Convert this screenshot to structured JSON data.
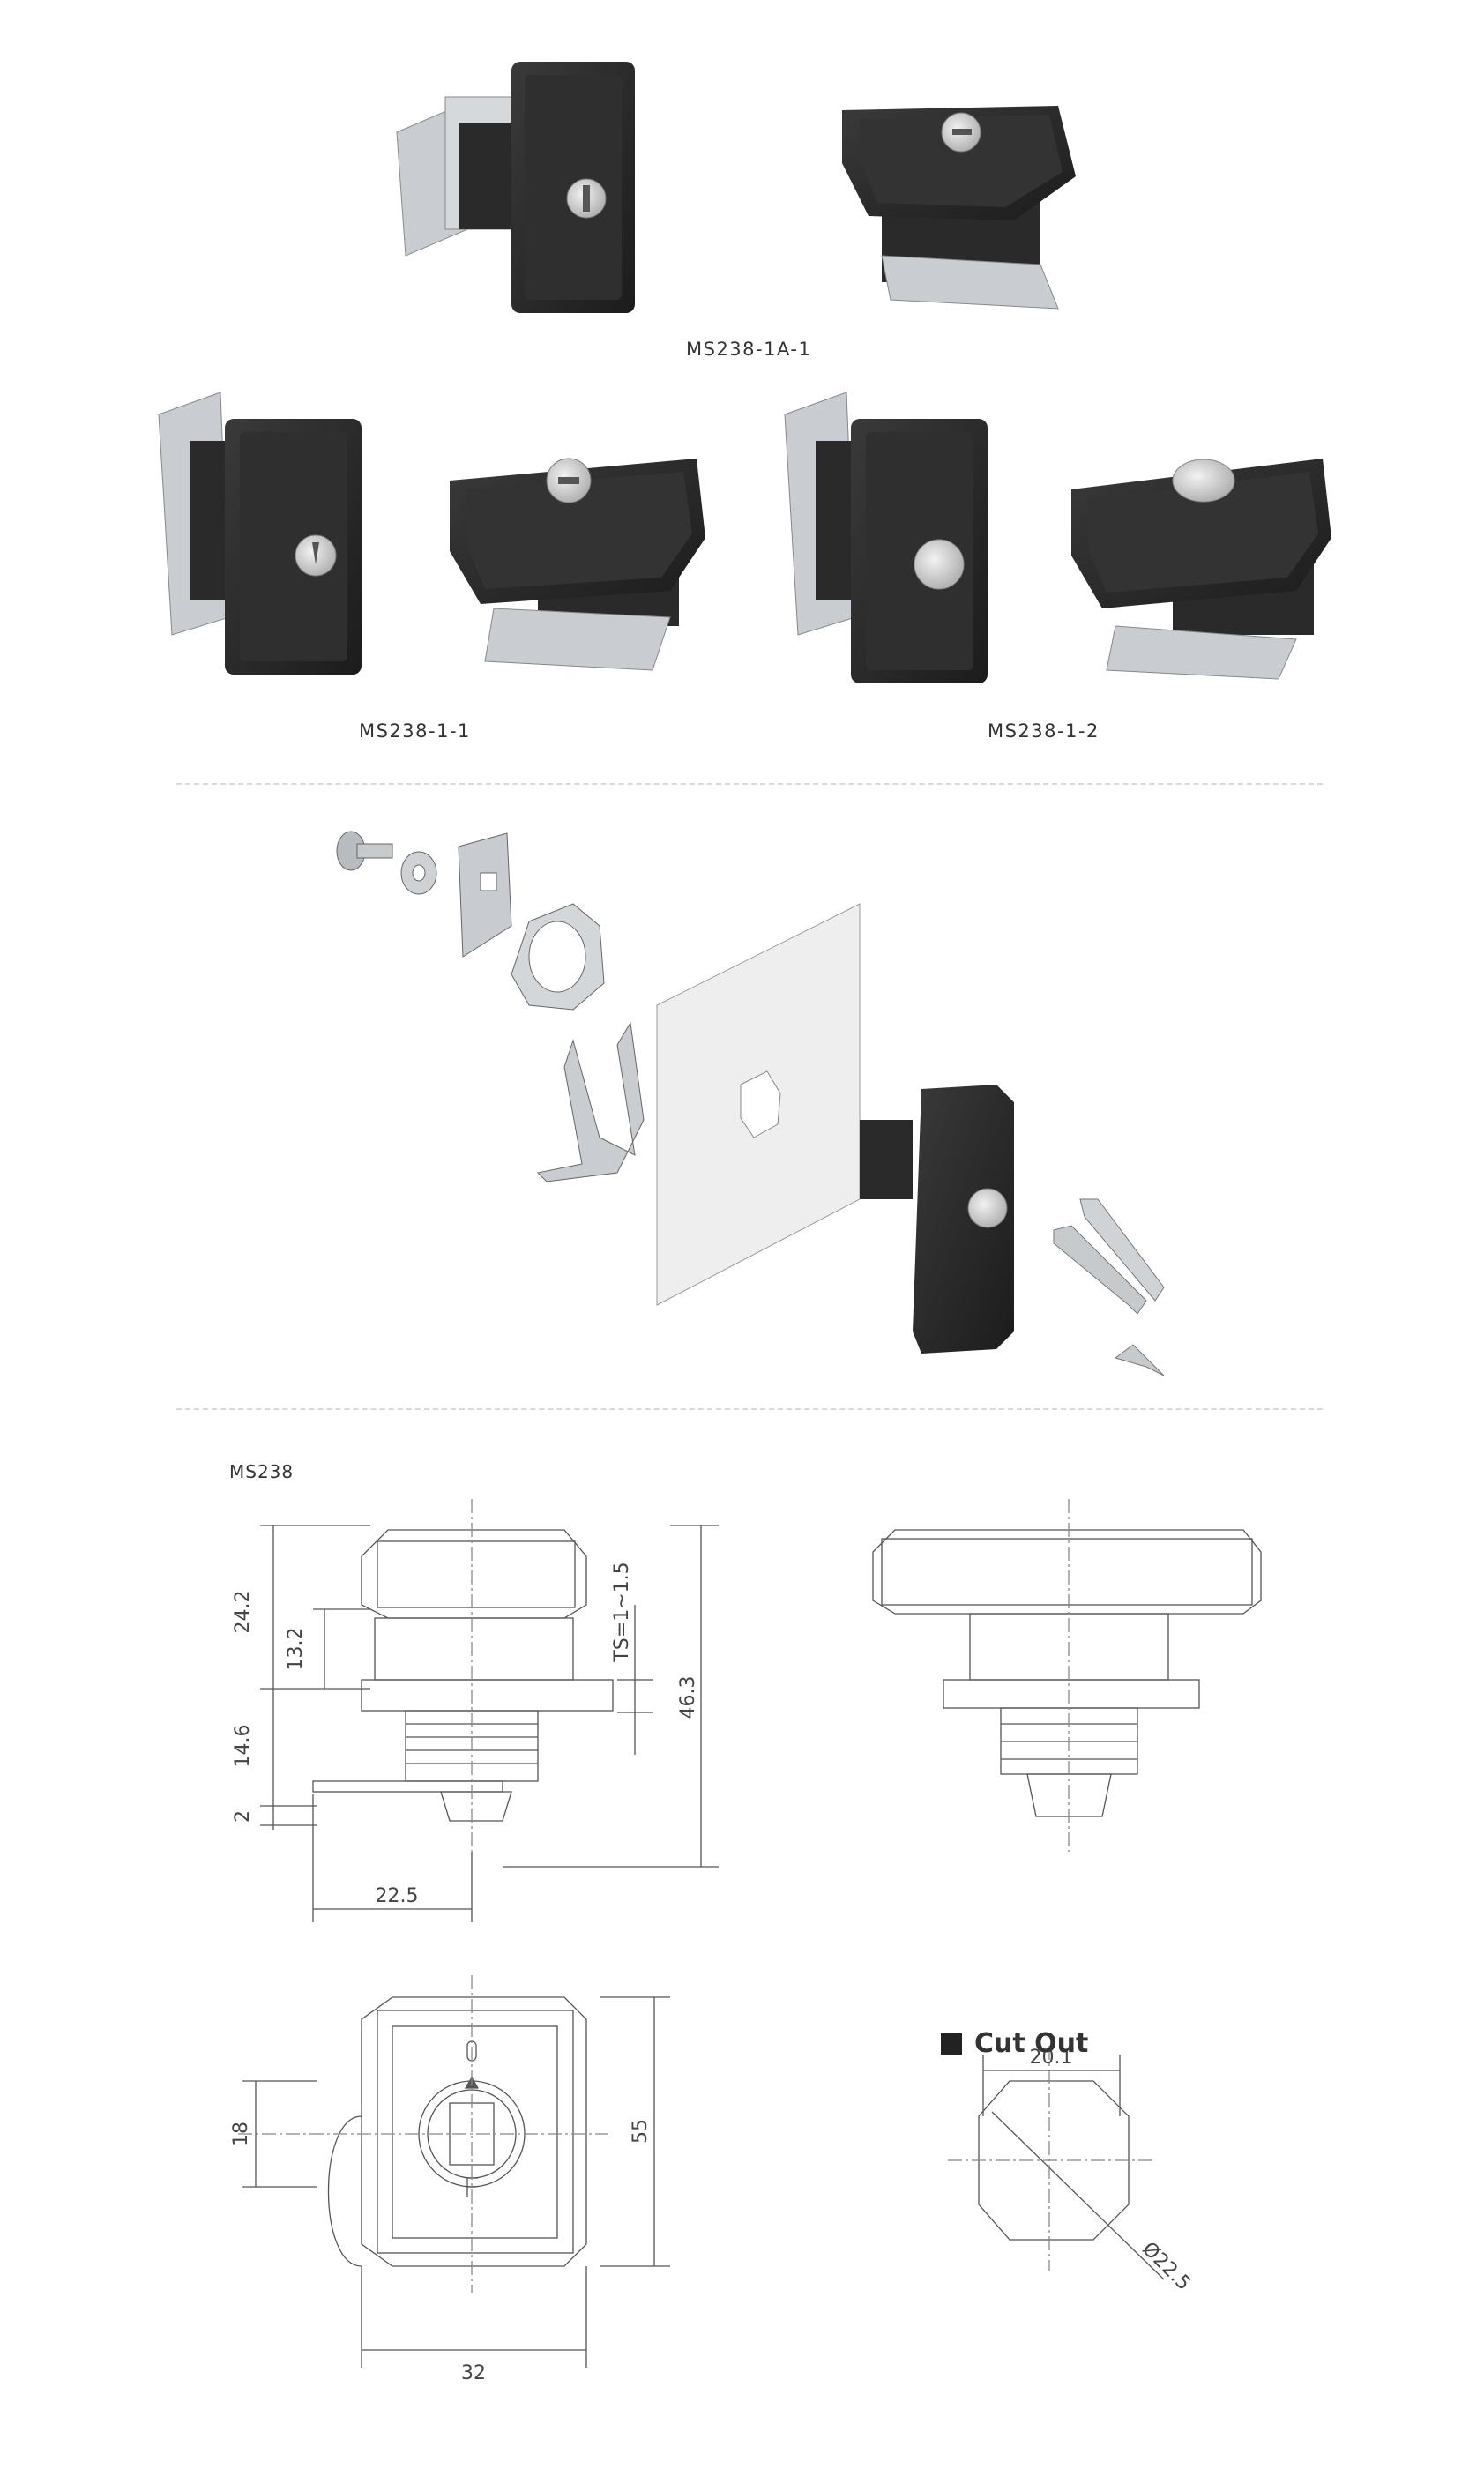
{
  "products": {
    "label_1a": "MS238-1A-1",
    "label_11": "MS238-1-1",
    "label_12": "MS238-1-2"
  },
  "drawing": {
    "model": "MS238",
    "dims": {
      "d24_2": "24.2",
      "d13_2": "13.2",
      "d14_6": "14.6",
      "d2": "2",
      "ts": "TS=1~1.5",
      "d46_3": "46.3",
      "d22_5": "22.5",
      "d18": "18",
      "d55": "55",
      "d32": "32"
    }
  },
  "cutout": {
    "title": "Cut Out",
    "width": "20.1",
    "diameter": "Ø22.5"
  },
  "colors": {
    "body": "#2b2b2b",
    "metal": "#c8ccd0",
    "line": "#555555"
  }
}
